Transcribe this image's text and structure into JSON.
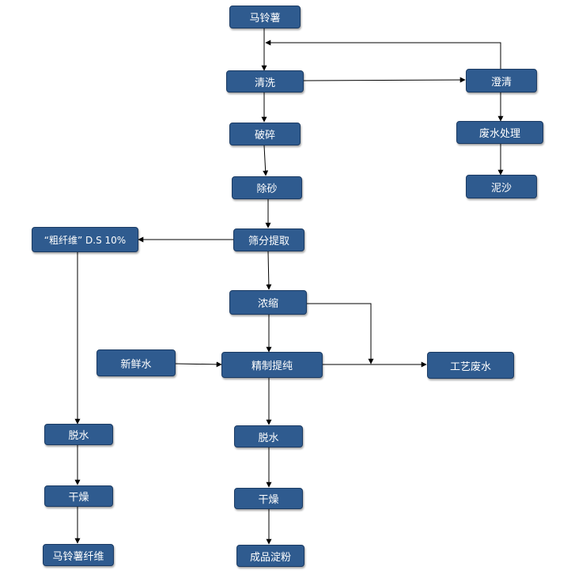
{
  "nodes": {
    "potato": "马铃薯",
    "wash": "清洗",
    "clarify": "澄清",
    "wastewater_treatment": "废水处理",
    "sludge": "泥沙",
    "crush": "破碎",
    "desand": "除砂",
    "sieve_extract": "筛分提取",
    "coarse_fiber": "“粗纤维” D.S 10%",
    "concentrate": "浓缩",
    "fresh_water": "新鲜水",
    "refine": "精制提纯",
    "process_wastewater": "工艺废水",
    "dewater_left": "脱水",
    "dry_left": "干燥",
    "potato_fiber": "马铃薯纤维",
    "dewater_mid": "脱水",
    "dry_mid": "干燥",
    "finished_starch": "成品淀粉"
  },
  "colors": {
    "node_fill": "#2f5b8f",
    "node_border": "#1a3a63",
    "node_text": "#ffffff",
    "arrow": "#000000"
  }
}
